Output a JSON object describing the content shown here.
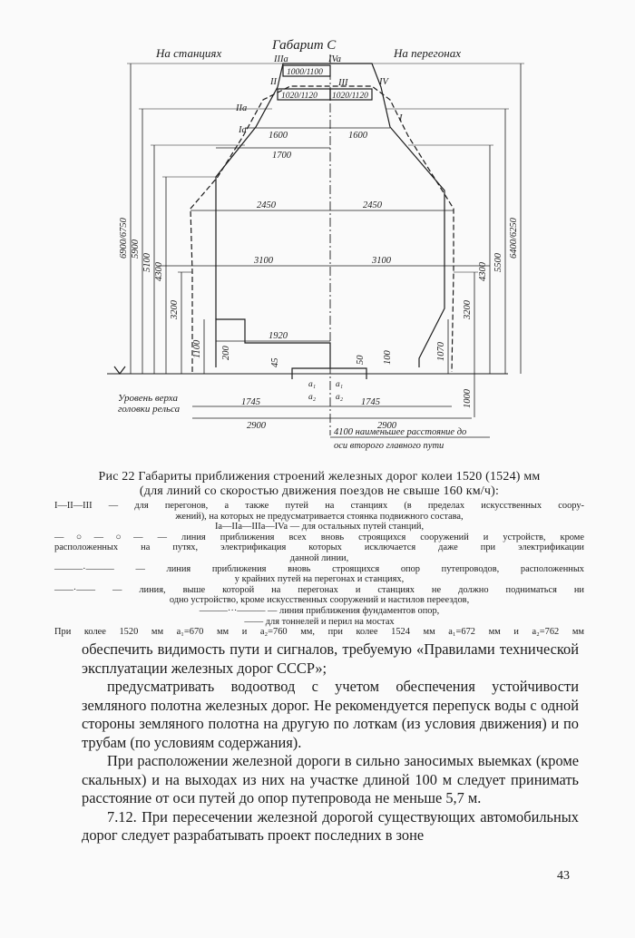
{
  "figure": {
    "title": "Габарит С",
    "left_label": "На станциях",
    "right_label": "На перегонах",
    "point_labels": {
      "IIIa": "IIIa",
      "IVa": "IVa",
      "II": "II",
      "III": "III",
      "IV": "IV",
      "IIa": "IIa",
      "Ia": "Ia",
      "I": "I"
    },
    "dims": {
      "d1000_1100": "1000/1100",
      "d1020_1120_left": "1020/1120",
      "d1020_1120_right": "1020/1120",
      "d1600_left": "1600",
      "d1600_right": "1600",
      "d1700": "1700",
      "d2450_left": "2450",
      "d2450_right": "2450",
      "d3100_left": "3100",
      "d3100_right": "3100",
      "d1920": "1920",
      "d1745_left": "1745",
      "d1745_right": "1745",
      "d2900_left": "2900",
      "d2900_right": "2900",
      "d4100": "4100 наименьшее расстояние до",
      "d4100b": "оси второго главного пути",
      "a1_left": "a₁",
      "a2_left": "a₂",
      "a1_right": "a₁",
      "a2_right": "a₂",
      "v6900": "6900/6750",
      "v5900": "5900",
      "v5100": "5100",
      "v4300": "4300",
      "v3200_left": "3200",
      "v1100": "1100",
      "v200": "200",
      "v45": "45",
      "v50": "50",
      "v100": "100",
      "v1070": "1070",
      "v3200_right": "3200",
      "v4300_right": "4300",
      "v5500": "5500",
      "v6400": "6400/6250",
      "v1000": "1000"
    },
    "rail_level_1": "Уровень верха",
    "rail_level_2": "головки рельса"
  },
  "caption": {
    "line1": "Рис 22 Габариты приближения строений железных дорог колеи 1520 (1524) мм",
    "line2": "(для линий со скоростью движения поездов не свыше 160 км/ч):"
  },
  "legend": [
    "I—II—III — для перегонов, а также путей на станциях (в пределах искусственных соору-",
    "жений), на которых не предусматривается стоянка подвижного состава,",
    "Ia—IIa—IIIa—IVa — для остальных путей станций,",
    "—○—○— — линия приближения всех вновь строящихся сооружений и устройств, кроме",
    "расположенных на путях, электрификация которых исключается даже при электрификации",
    "данной линии,",
    "———·——— — линия приближения вновь строящихся опор путепроводов, расположенных",
    "у крайних путей на перегонах и станциях,",
    "——·—— — линия, выше которой на перегонах и станциях не должно подниматься ни",
    "одно устройство, кроме искусственных сооружений и настилов переездов,",
    "———···——— — линия приближения фундаментов опор,",
    "—— для тоннелей и перил на мостах",
    "При колее 1520 мм a₁=670 мм и a₂=760 мм, при колее 1524 мм a₁=672 мм и a₂=762 мм"
  ],
  "body": {
    "p1": "обеспечить видимость пути и сигналов, требуемую «Правилами технической эксплуатации железных дорог СССР»;",
    "p2": "предусматривать водоотвод с учетом обеспечения устойчивости земляного полотна железных дорог. Не рекомендуется перепуск воды с одной стороны земляного полотна на другую по лоткам (из условия движения) и по трубам (по условиям содержания).",
    "p3": "При расположении железной дороги в сильно заносимых выемках (кроме скальных) и на выходах из них на участке длиной 100 м следует принимать расстояние от оси путей до опор путепровода не меньше 5,7 м.",
    "p4": "7.12. При пересечении железной дорогой существующих автомобильных дорог следует разрабатывать проект последних в зоне"
  },
  "page_number": "43"
}
